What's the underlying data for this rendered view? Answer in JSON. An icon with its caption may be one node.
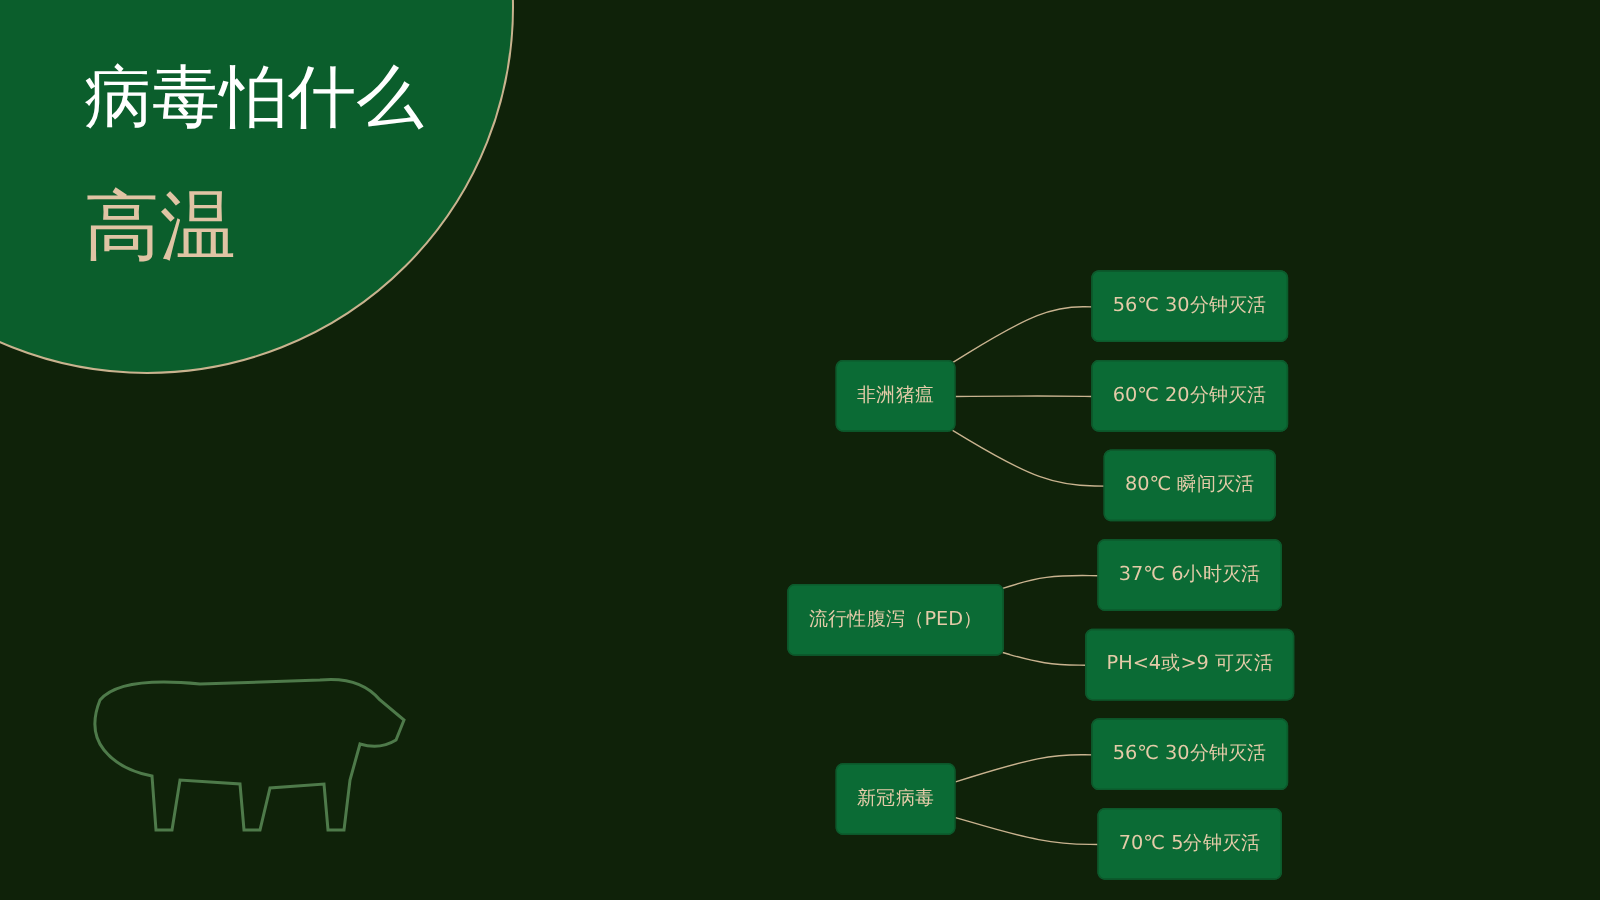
{
  "diagram": {
    "title": "病毒怕什么",
    "nodes": [
      {
        "text": [
          "非洲猪瘟"
        ]
      },
      {
        "text": [
          "56℃ 30分钟灭活"
        ]
      },
      {
        "text": [
          "60℃ 20分钟灭活"
        ]
      },
      {
        "text": [
          "80℃ 瞬间灭活"
        ]
      },
      {
        "text": [
          "流行性腹泻（PED）"
        ]
      },
      {
        "text": [
          "37℃ 6小时灭活"
        ]
      },
      {
        "text": [
          "PH<4或>9 可灭活"
        ]
      },
      {
        "text": [
          "新冠病毒"
        ]
      },
      {
        "text": [
          "56℃ 30分钟灭活"
        ]
      },
      {
        "text": [
          "70℃ 5分钟灭活"
        ]
      }
    ],
    "edges": [
      {
        "from": 0,
        "to": 1,
        "arrow": "none"
      },
      {
        "from": 0,
        "to": 2,
        "arrow": "none"
      },
      {
        "from": 0,
        "to": 3,
        "arrow": "none"
      },
      {
        "from": 4,
        "to": 5,
        "arrow": "none"
      },
      {
        "from": 4,
        "to": 6,
        "arrow": "none"
      },
      {
        "from": 7,
        "to": 8,
        "arrow": "none"
      },
      {
        "from": 7,
        "to": 9,
        "arrow": "none"
      }
    ],
    "labels": [
      "高温"
    ]
  }
}
